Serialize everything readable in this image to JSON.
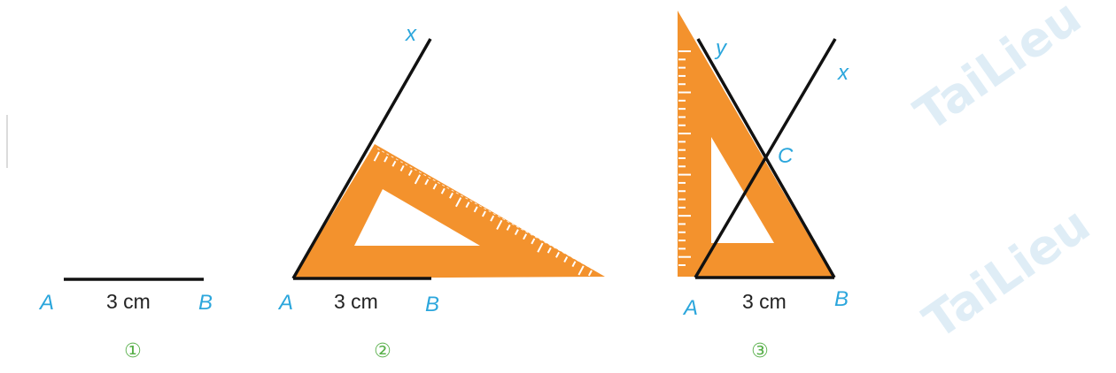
{
  "colors": {
    "label": "#2ba6dc",
    "line": "#111111",
    "ruler": "#f3922d",
    "step_number": "#59b04b",
    "watermark": "#dcecf6"
  },
  "watermark": {
    "text": "TaiLieu"
  },
  "figures": [
    {
      "labels": {
        "a": "A",
        "b": "B",
        "length": "3 cm"
      },
      "step": "①"
    },
    {
      "labels": {
        "a": "A",
        "b": "B",
        "x": "x",
        "length": "3 cm"
      },
      "step": "②"
    },
    {
      "labels": {
        "a": "A",
        "b": "B",
        "x": "x",
        "y": "y",
        "c": "C",
        "length": "3 cm"
      },
      "step": "③"
    }
  ]
}
